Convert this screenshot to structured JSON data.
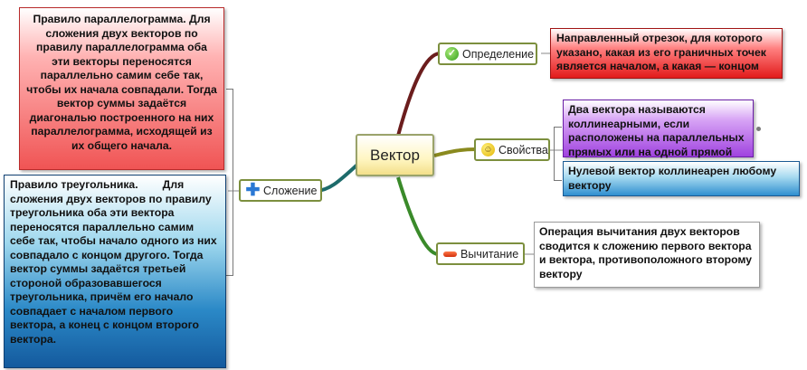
{
  "center": {
    "label": "Вектор"
  },
  "topics": {
    "definition": "Определение",
    "properties": "Свойства",
    "addition": "Сложение",
    "subtraction": "Вычитание"
  },
  "notes": {
    "parallelogram": "Правило параллелограмма. Для сложения двух векторов по правилу параллелограмма оба эти векторы переносятся параллельно самим себе так, чтобы их начала совпадали. Тогда вектор суммы задаётся диагональю построенного на них параллелограмма, исходящей из их общего начала.",
    "triangle": "Правило треугольника.        Для сложения двух векторов по правилу треугольника оба эти вектора переносятся параллельно самим себе так, чтобы начало одного из них совпадало с концом другого. Тогда вектор суммы задаётся третьей стороной образовавшегося треугольника, причём его начало совпадает с началом первого вектора, а конец с концом второго вектора.",
    "definition": "Направленный отрезок, для которого указано, какая из его граничных точек является началом, а какая — концом",
    "collinear": "Два вектора называются коллинеарными, если расположены на параллельных прямых или на одной прямой",
    "zero_vector": "Нулевой вектор коллинеарен любому вектору",
    "subtraction": "Операция вычитания двух векторов сводится к сложению первого вектора и вектора, противоположного второму вектору"
  },
  "icons": {
    "definition": "check-icon",
    "properties": "smile-icon",
    "addition": "plus-icon",
    "subtraction": "minus-icon"
  },
  "colors": {
    "branch_definition": "#6b1d1d",
    "branch_properties": "#8a8a1e",
    "branch_addition": "#1d6b6b",
    "branch_subtraction": "#3a8a2a"
  }
}
